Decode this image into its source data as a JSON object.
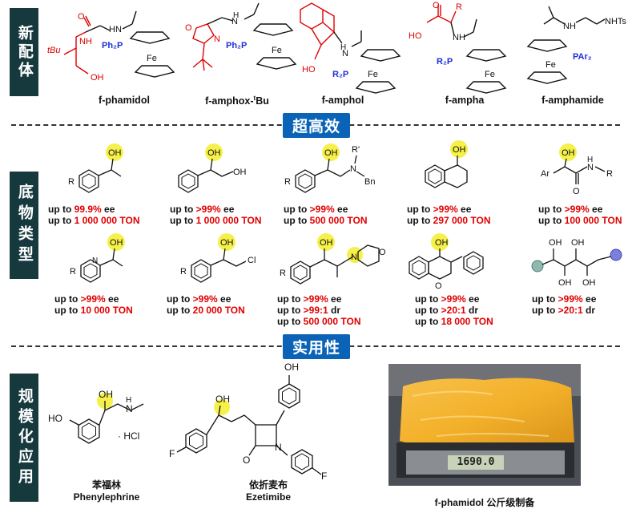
{
  "side_labels": {
    "new_ligands": "新配体",
    "substrates": "底物类型",
    "scale_up": "规模化应用"
  },
  "banners": {
    "super_efficient": "超高效",
    "practicality": "实用性"
  },
  "ligands": [
    {
      "name": "f-phamidol"
    },
    {
      "name": "f-amphox-",
      "sup": "t",
      "suffix": "Bu"
    },
    {
      "name": "f-amphol"
    },
    {
      "name": "f-ampha"
    },
    {
      "name": "f-amphamide"
    }
  ],
  "atom_labels": {
    "fe": "Fe",
    "ph2p": "Ph₂P",
    "r2p": "R₂P",
    "par2": "PAr₂",
    "tbu": "tBu",
    "nh": "NH",
    "hn": "HN",
    "n": "N",
    "h": "H",
    "o": "O",
    "oh": "OH",
    "ho": "HO",
    "nhts": "NHTs",
    "r": "R",
    "r_prime": "R'",
    "bn": "Bn",
    "ar": "Ar",
    "cl": "Cl",
    "f": "F",
    "hcl": "· HCl"
  },
  "substrates_row1": [
    {
      "ee_prefix": "up to ",
      "ee_value": "99.9%",
      "ee_unit": " ee",
      "ton_prefix": "up to ",
      "ton_value": "1 000 000 TON"
    },
    {
      "ee_prefix": "up to ",
      "ee_value": ">99%",
      "ee_unit": " ee",
      "ton_prefix": "up to ",
      "ton_value": "1 000 000 TON"
    },
    {
      "ee_prefix": "up to ",
      "ee_value": ">99%",
      "ee_unit": " ee",
      "ton_prefix": "up to ",
      "ton_value": "500 000 TON"
    },
    {
      "ee_prefix": "up to ",
      "ee_value": ">99%",
      "ee_unit": " ee",
      "ton_prefix": "up to ",
      "ton_value": "297 000 TON"
    },
    {
      "ee_prefix": "up to ",
      "ee_value": ">99%",
      "ee_unit": " ee",
      "ton_prefix": "up to ",
      "ton_value": "100 000 TON"
    }
  ],
  "substrates_row2": [
    {
      "lines": [
        {
          "prefix": "up to ",
          "value": ">99%",
          "unit": " ee"
        },
        {
          "prefix": "up to ",
          "value": "10 000 TON",
          "unit": ""
        }
      ]
    },
    {
      "lines": [
        {
          "prefix": "up to ",
          "value": ">99%",
          "unit": " ee"
        },
        {
          "prefix": "up to ",
          "value": "20 000 TON",
          "unit": ""
        }
      ]
    },
    {
      "lines": [
        {
          "prefix": "up to ",
          "value": ">99%",
          "unit": " ee"
        },
        {
          "prefix": "up to ",
          "value": ">99:1",
          "unit": " dr"
        },
        {
          "prefix": "up to ",
          "value": "500 000 TON",
          "unit": ""
        }
      ]
    },
    {
      "lines": [
        {
          "prefix": "up to ",
          "value": ">99%",
          "unit": " ee"
        },
        {
          "prefix": "up to ",
          "value": ">20:1",
          "unit": " dr"
        },
        {
          "prefix": "up to ",
          "value": "18 000 TON",
          "unit": ""
        }
      ]
    },
    {
      "lines": [
        {
          "prefix": "up to ",
          "value": ">99%",
          "unit": " ee"
        },
        {
          "prefix": "up to ",
          "value": ">20:1",
          "unit": " dr"
        }
      ]
    }
  ],
  "drugs": [
    {
      "cn": "苯福林",
      "en": "Phenylephrine"
    },
    {
      "cn": "依折麦布",
      "en": "Ezetimibe"
    }
  ],
  "scale_display": "1690.0",
  "photo_caption": "f-phamidol 公斤级制备",
  "colors": {
    "dark_teal": "#16393e",
    "banner_blue": "#0a63b6",
    "highlight_yellow": "#f6f04a",
    "red": "#e00000",
    "phosphorus_blue": "#1d2fd6",
    "product_orange": "#f3b12a"
  }
}
